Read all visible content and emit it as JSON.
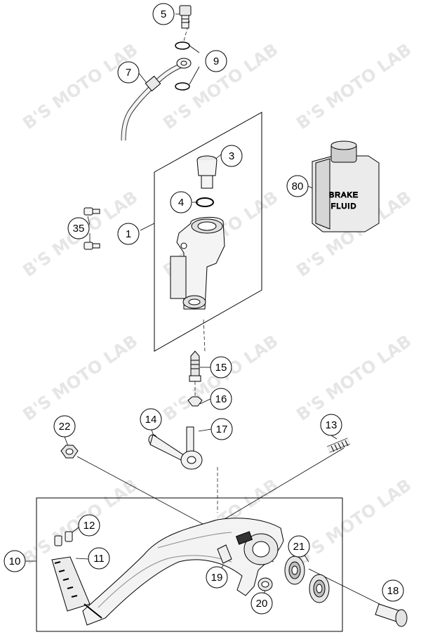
{
  "watermark": "B'S MOTO LAB",
  "brake_fluid_label": [
    "BRAKE",
    "FLUID"
  ],
  "callouts": {
    "c5": "5",
    "c9": "9",
    "c7": "7",
    "c3": "3",
    "c4": "4",
    "c1": "1",
    "c35": "35",
    "c80": "80",
    "c15": "15",
    "c16": "16",
    "c14": "14",
    "c17": "17",
    "c22": "22",
    "c13": "13",
    "c10": "10",
    "c12": "12",
    "c11": "11",
    "c21": "21",
    "c19": "19",
    "c20": "20",
    "c18": "18"
  },
  "colors": {
    "line": "#000000",
    "part_fill": "#f4f4f4",
    "part_shade": "#bdbdbd",
    "watermark": "#e6e6e6"
  }
}
